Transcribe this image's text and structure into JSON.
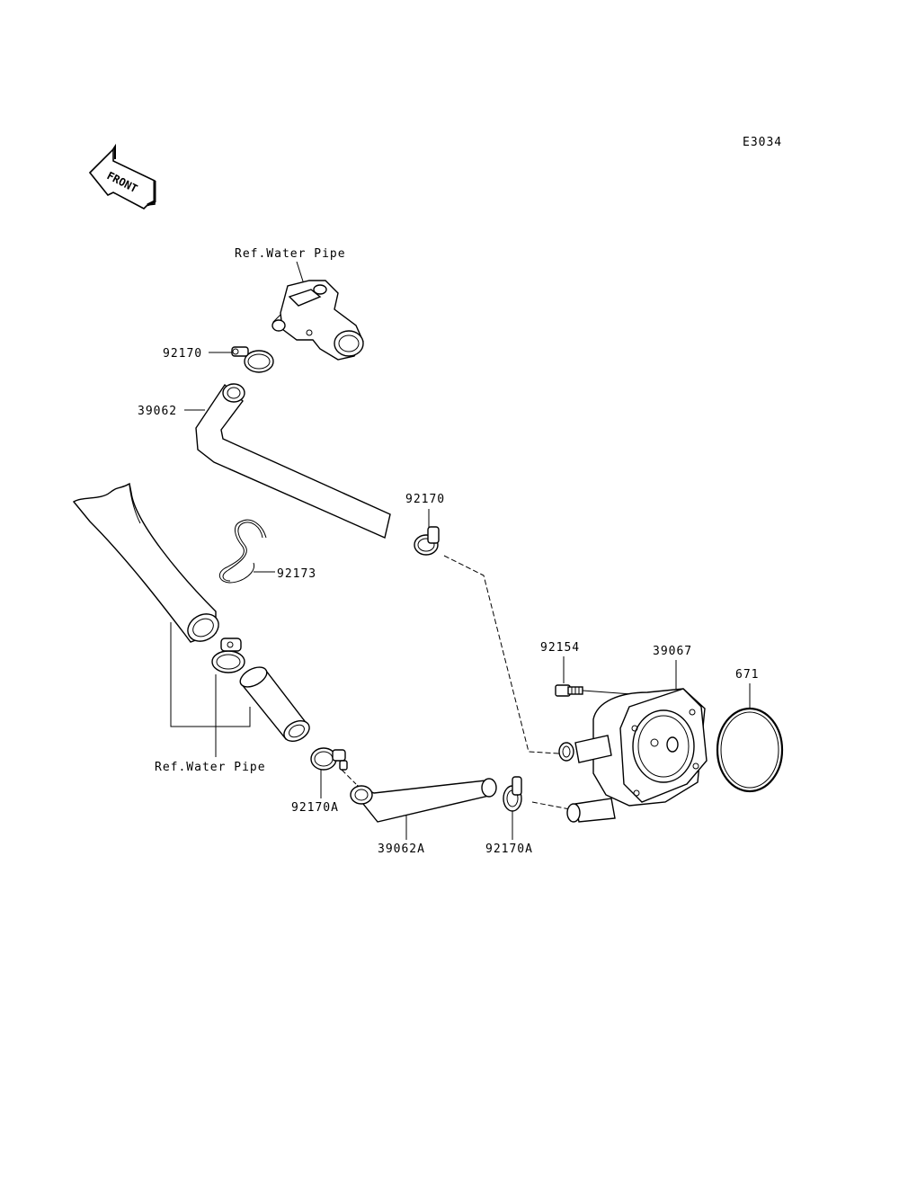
{
  "diagram_code": "E3034",
  "front_arrow": {
    "text": "FRONT",
    "icon": "front-direction-arrow-icon"
  },
  "labels": {
    "ref_water_pipe_top": "Ref.Water Pipe",
    "ref_water_pipe_bottom": "Ref.Water Pipe",
    "clamp_92170_upper": "92170",
    "hose_39062": "39062",
    "clamp_92170_mid": "92170",
    "clip_92173": "92173",
    "bolt_92154": "92154",
    "oil_cooler_39067": "39067",
    "oring_671": "671",
    "clamp_92170A_left": "92170A",
    "hose_39062A": "39062A",
    "clamp_92170A_right": "92170A"
  },
  "parts": [
    {
      "name": "water-pipe-fitting-icon",
      "ref": "Ref.Water Pipe"
    },
    {
      "name": "hose-clamp-icon",
      "ref": "92170"
    },
    {
      "name": "water-hose-icon",
      "ref": "39062"
    },
    {
      "name": "wire-clip-icon",
      "ref": "92173"
    },
    {
      "name": "bolt-icon",
      "ref": "92154"
    },
    {
      "name": "oil-cooler-icon",
      "ref": "39067"
    },
    {
      "name": "o-ring-icon",
      "ref": "671"
    },
    {
      "name": "water-hose-icon",
      "ref": "39062A"
    }
  ]
}
